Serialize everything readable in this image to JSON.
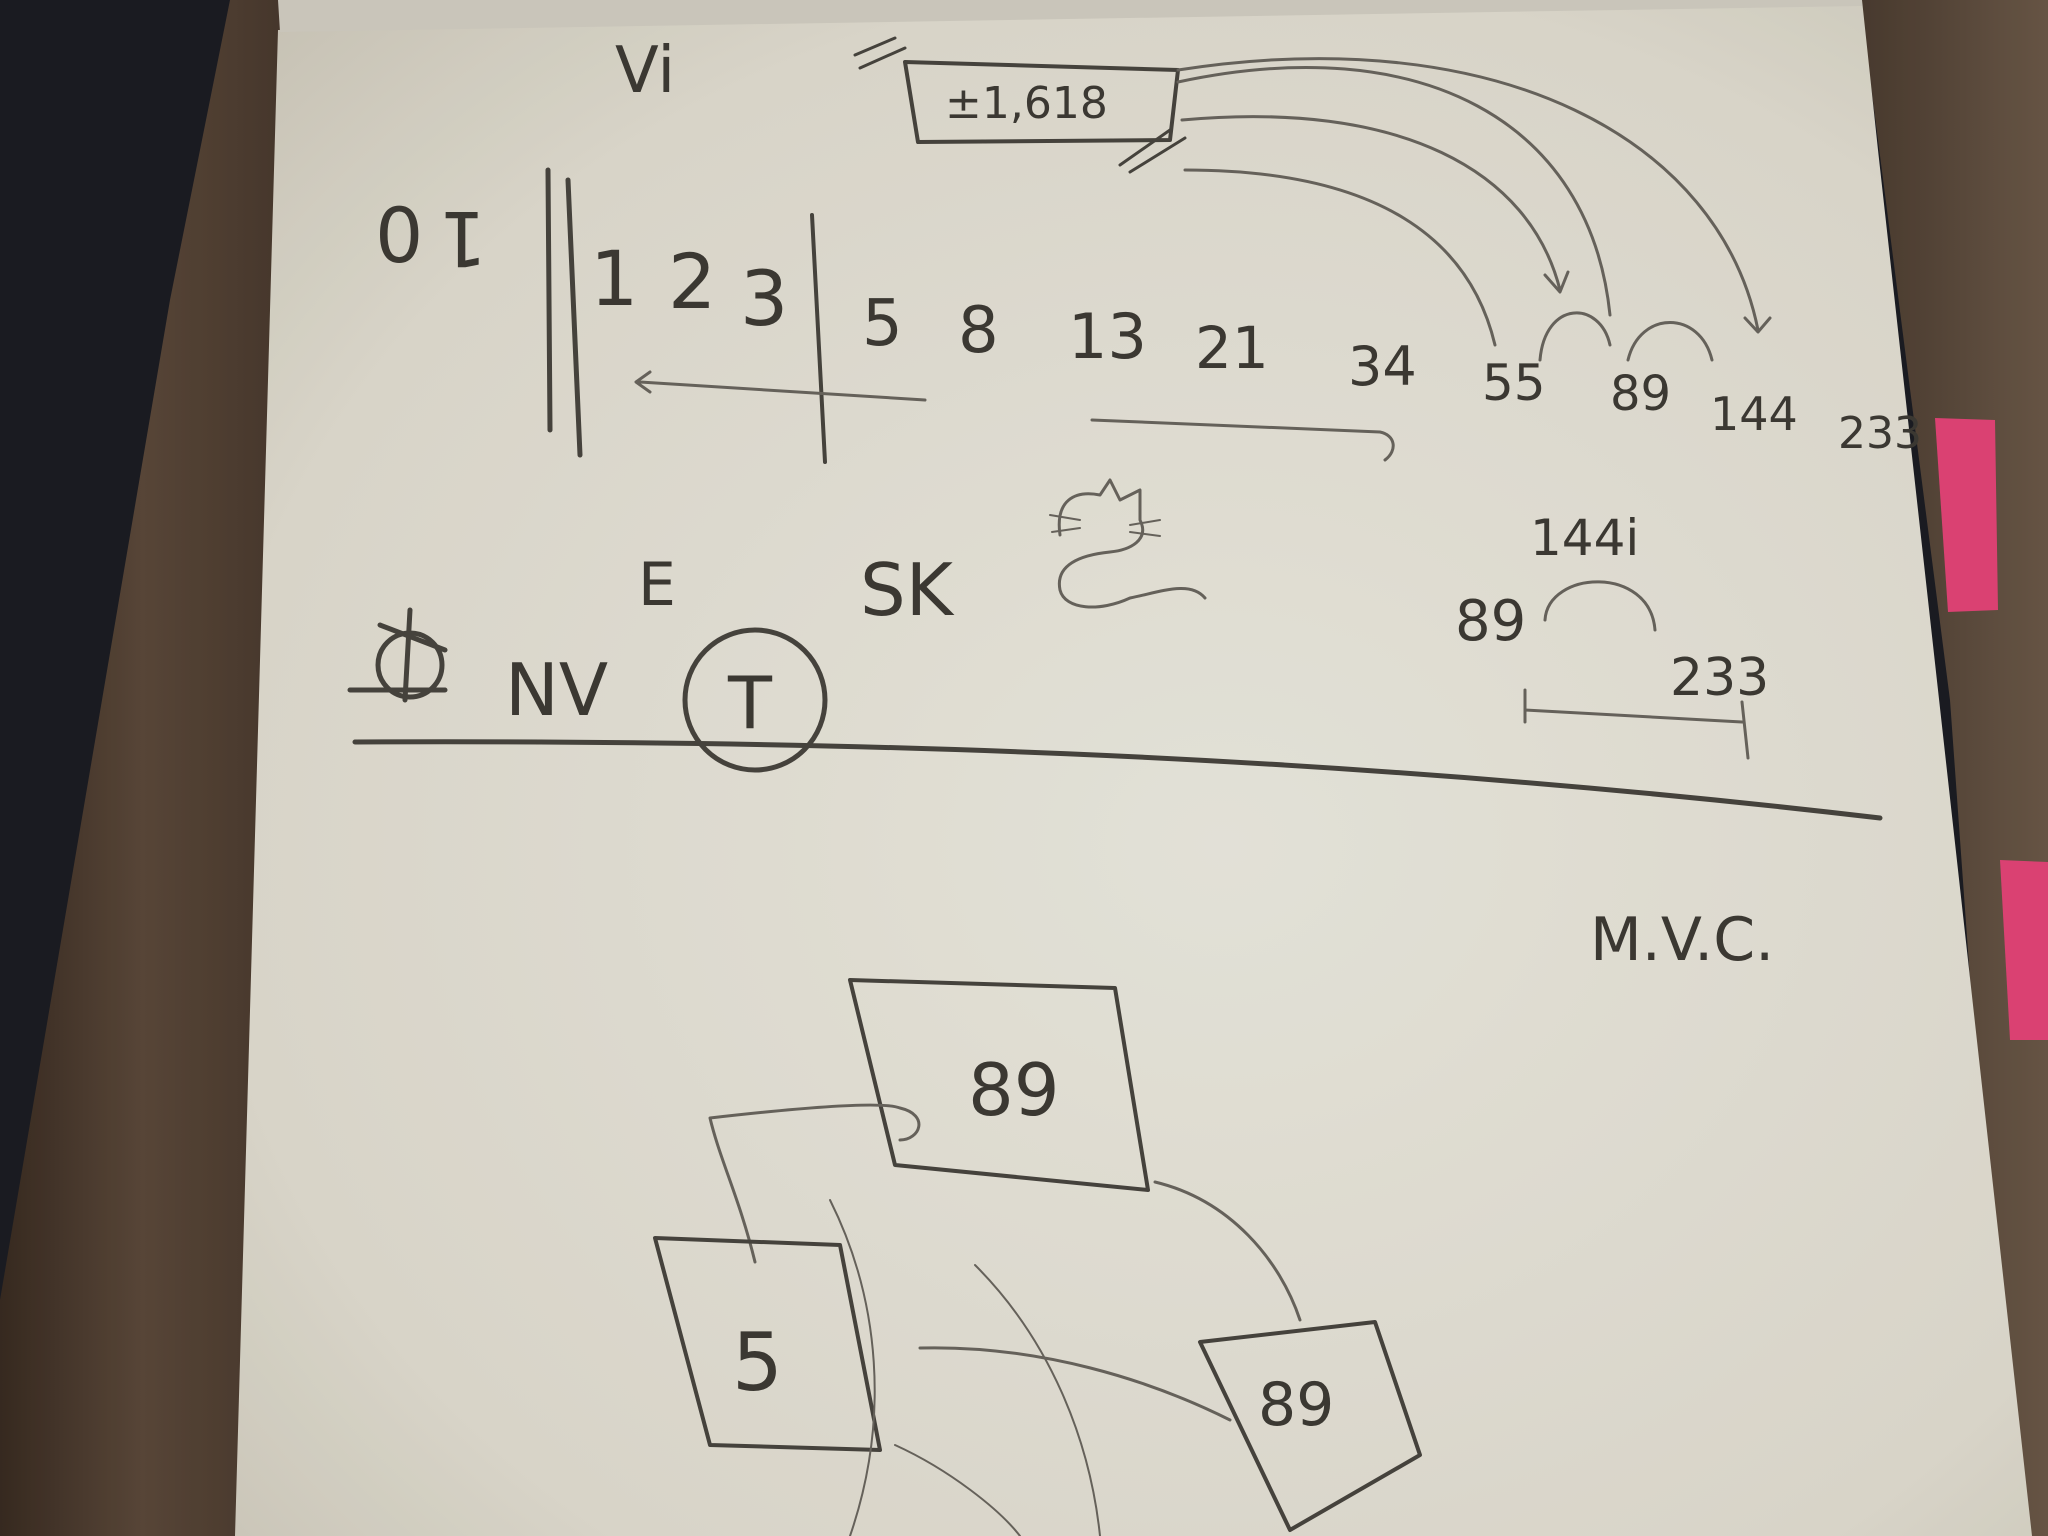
{
  "colors": {
    "background_carpet": "#1c1d24",
    "wood_desk": "#5a4738",
    "paper": "#ece9dd",
    "ink": "#3f3c36",
    "sticky_note": "#e8467a"
  },
  "top_section": {
    "phi_box_label": "±1,618",
    "vi_label": "Vi",
    "left_numbers": [
      "0",
      "1",
      "1",
      "2",
      "3"
    ],
    "sequence": [
      "5",
      "8",
      "13",
      "21",
      "34",
      "55",
      "89",
      "144",
      "233"
    ]
  },
  "middle_section": {
    "letters": [
      "E",
      "SK",
      "NV",
      "T"
    ],
    "range_label_top": "144i",
    "range_left": "89",
    "range_right": "233"
  },
  "bottom_section": {
    "mvc_label": "M.V.C.",
    "cards": [
      "89",
      "5",
      "89"
    ]
  }
}
